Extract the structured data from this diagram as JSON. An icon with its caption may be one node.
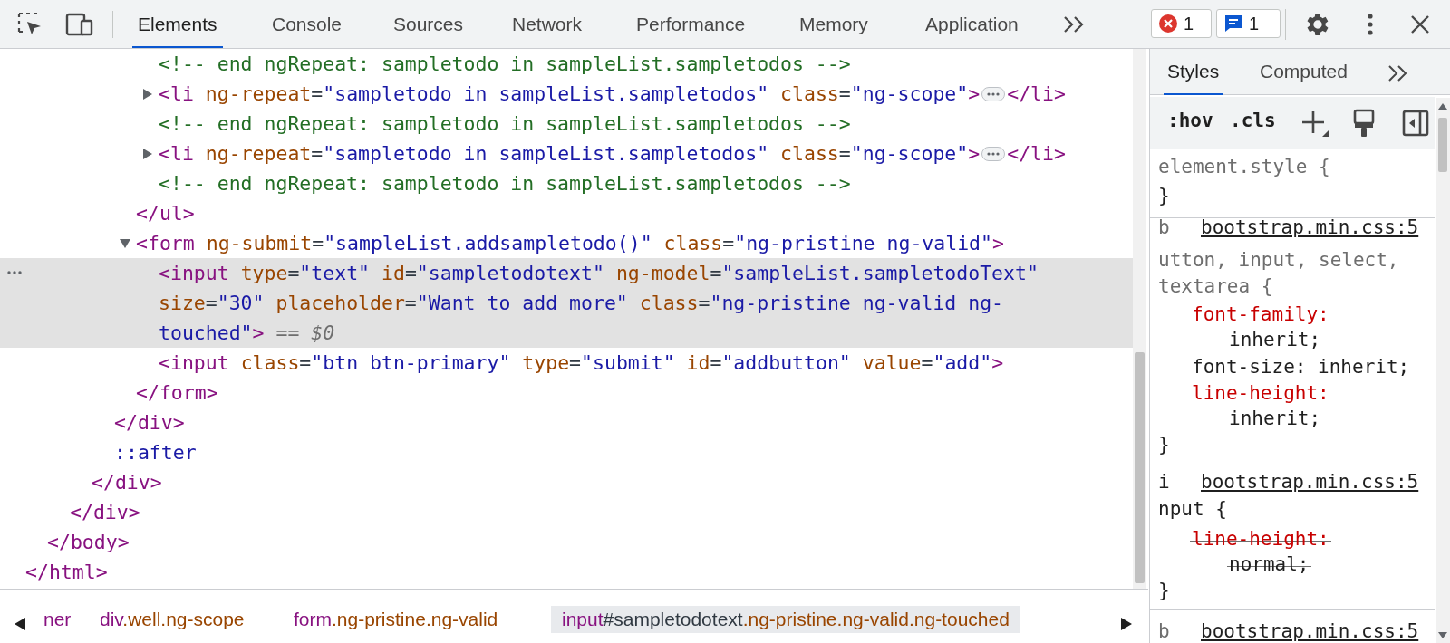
{
  "diagram": {
    "labels": [
      "Elements",
      "Console",
      "Sources",
      "Network",
      "Performance",
      "Memory",
      "Application",
      "1",
      "1",
      "<!-- end ngRepeat: sampletodo in sampleList.sampletodos -->",
      "<li ng-repeat=\"sampletodo in sampleList.sampletodos\" class=\"ng-scope\">",
      "<!-- end ngRepeat: sampletodo in sampleList.sampletodos -->",
      "<li ng-repeat=\"sampletodo in sampleList.sampletodos\" class=\"ng-scope\">",
      "<!-- end ngRepeat: sampletodo in sampleList.sampletodos -->",
      "</ul>",
      "<form ng-submit=\"sampleList.addsampletodo()\" class=\"ng-pristine ng-valid\">",
      "<input type=\"text\" id=\"sampletodotext\" ng-model=\"sampleList.sampletodoText\" size=\"30\" placeholder=\"Want to add more\" class=\"ng-pristine ng-valid ng-touched\"> == $0",
      "<input class=\"btn btn-primary\" type=\"submit\" id=\"addbutton\" value=\"add\">",
      "</form>",
      "</div>",
      "::after",
      "</div>",
      "</div>",
      "</body>",
      "</html>",
      "Styles",
      "Computed",
      ":hov",
      ".cls",
      "element.style {",
      "}",
      "b",
      "bootstrap.min.css:5",
      "utton, input, select, textarea {",
      "font-family:",
      "inherit;",
      "font-size: inherit;",
      "line-height:",
      "inherit;",
      "}",
      "i",
      "bootstrap.min.css:5",
      "nput {",
      "line-height:",
      "normal;",
      "}",
      "b",
      "bootstrap.min.css:5",
      "ner",
      "div.well.ng-scope",
      "form.ng-pristine.ng-valid",
      "input#sampletodotext.ng-pristine.ng-valid.ng-touched",
      "</li>",
      "</li>"
    ]
  }
}
